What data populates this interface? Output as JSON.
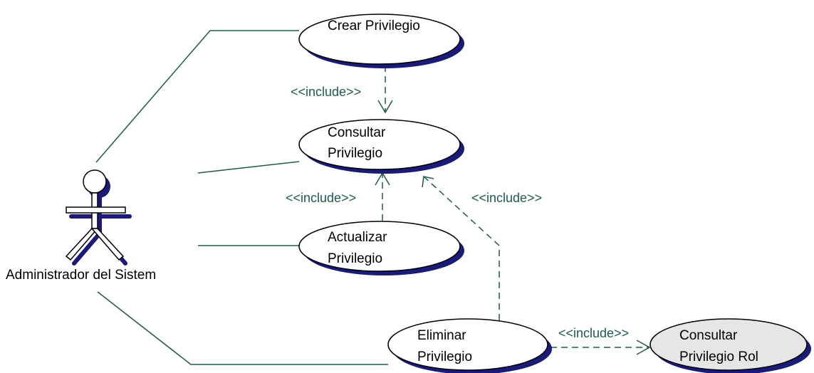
{
  "diagram": {
    "actor": {
      "name": "Administrador del Sistem"
    },
    "use_cases": {
      "crear": {
        "lines": [
          "Crear Privilegio"
        ]
      },
      "consultar": {
        "lines": [
          "Consultar",
          "Privilegio"
        ]
      },
      "actualizar": {
        "lines": [
          "Actualizar",
          "Privilegio"
        ]
      },
      "eliminar": {
        "lines": [
          "Eliminar",
          "Privilegio"
        ]
      },
      "consultar_rol": {
        "lines": [
          "Consultar",
          "Privilegio Rol"
        ]
      }
    },
    "relations": {
      "include_label": "<<include>>"
    },
    "colors": {
      "line": "#1f5a4f",
      "shadow": "#1a1a78",
      "ellipse_fill": "#ffffff",
      "ellipse_fill_highlight": "#e6e6e6"
    }
  }
}
